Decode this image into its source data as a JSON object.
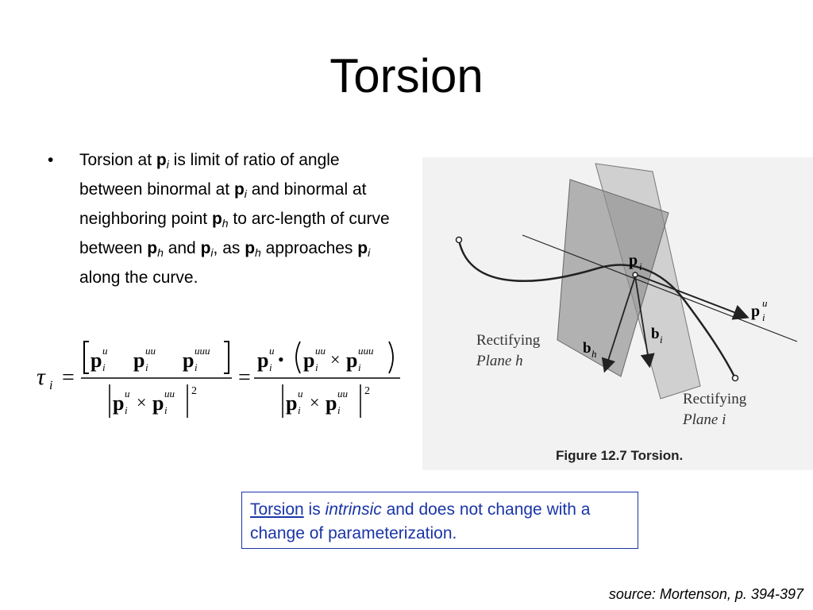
{
  "title": "Torsion",
  "bullet": {
    "symbol": "•",
    "parts": {
      "a": "Torsion at ",
      "p1": "p",
      "s1": "i",
      "b": " is limit of ratio of angle between binormal at ",
      "p2": "p",
      "s2": "i",
      "c": "  and binormal at neighboring point ",
      "p3": "p",
      "s3": "h",
      "d": " to arc-length of curve between ",
      "p4": "p",
      "s4": "h",
      "e": " and ",
      "p5": "p",
      "s5": "i",
      "f": ", as ",
      "p6": "p",
      "s6": "h",
      "g": " approaches ",
      "p7": "p",
      "s7": "i",
      "h": " along the curve."
    }
  },
  "formula": {
    "tau": "τ",
    "i": "i",
    "eq": "=",
    "p": "p",
    "u": "u",
    "uu": "uu",
    "uuu": "uuu",
    "two": "2",
    "times": "×",
    "dot": "•"
  },
  "figure": {
    "label_pi": "p",
    "label_pi_sub": "i",
    "label_piu": "p",
    "label_piu_sub": "i",
    "label_piu_sup": "u",
    "label_bi": "b",
    "label_bi_sub": "i",
    "label_bh": "b",
    "label_bh_sub": "h",
    "rect_h_1": "Rectifying",
    "rect_h_2": "Plane h",
    "rect_i_1": "Rectifying",
    "rect_i_2": "Plane i",
    "caption": "Figure 12.7 Torsion."
  },
  "note": {
    "w1": "Torsion",
    "w2": " is ",
    "w3": "intrinsic",
    "w4": " and does not change with a change of parameterization."
  },
  "source": "source: Mortenson, p. 394-397"
}
